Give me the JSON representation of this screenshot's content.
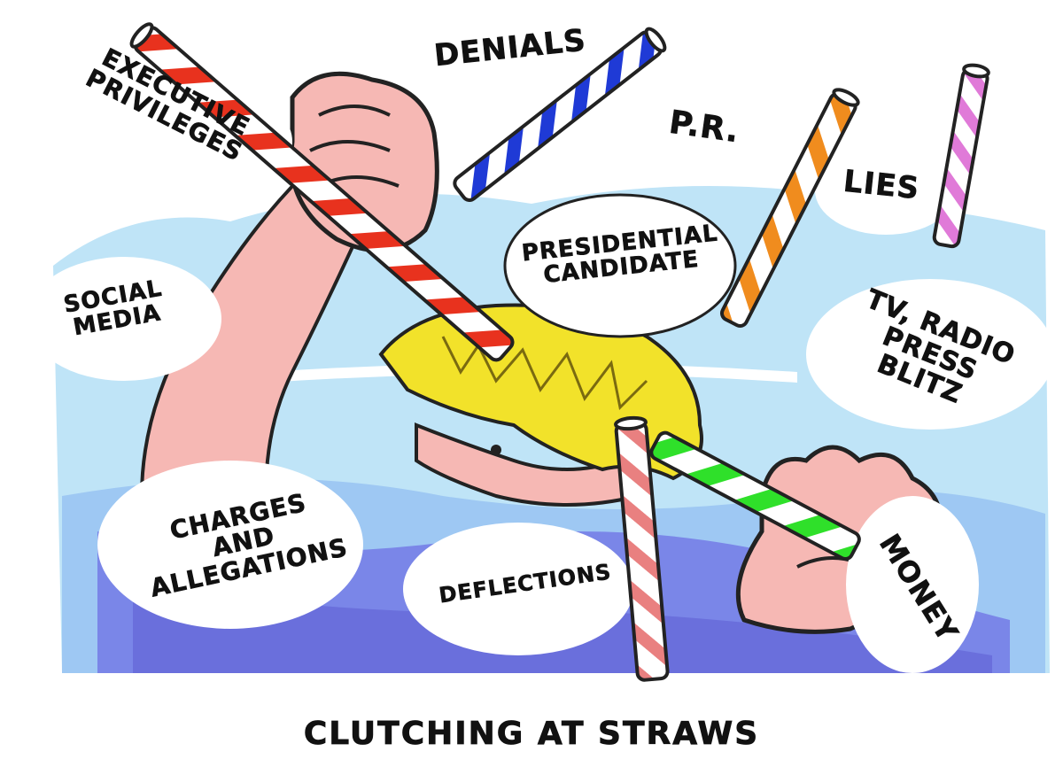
{
  "cartoon": {
    "caption": "CLUTCHING AT STRAWS",
    "labels": {
      "executive_privileges": "EXECUTIVE\nPRIVILEGES",
      "denials": "DENIALS",
      "pr": "P.R.",
      "lies": "LIES",
      "presidential_candidate": "PRESIDENTIAL\nCANDIDATE",
      "social_media": "SOCIAL\nMEDIA",
      "tv_radio": "TV, RADIO\nPRESS BLITZ",
      "charges": "CHARGES AND\nALLEGATIONS",
      "deflections": "DEFLECTIONS",
      "money": "MONEY"
    },
    "colors": {
      "water_light": "#bfe4f7",
      "water_dark": "#7a86e8",
      "skin": "#f6b8b4",
      "hair": "#f2e22a",
      "straw_red": "#e8321e",
      "straw_blue": "#1f3ad6",
      "straw_orange": "#f08c1e",
      "straw_pink": "#e07ad8",
      "straw_green": "#2fe02a",
      "straw_pale_red": "#e98080"
    }
  }
}
